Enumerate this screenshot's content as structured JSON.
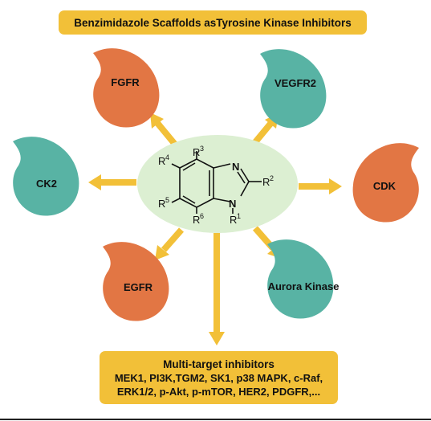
{
  "title": "Benzimidazole Scaffolds asTyrosine Kinase Inhibitors",
  "colors": {
    "yellow": "#f2c038",
    "orange": "#e27644",
    "teal": "#58b3a4",
    "center": "#dcefd2"
  },
  "targets": {
    "fgfr": "FGFR",
    "vegfr2": "VEGFR2",
    "ck2": "CK2",
    "cdk": "CDK",
    "egfr": "EGFR",
    "aurora": "Aurora Kinase"
  },
  "molecule": {
    "r1": "R",
    "r1_sup": "1",
    "r2": "R",
    "r2_sup": "2",
    "r3": "R",
    "r3_sup": "3",
    "r4": "R",
    "r4_sup": "4",
    "r5": "R",
    "r5_sup": "5",
    "r6": "R",
    "r6_sup": "6",
    "n_top": "N",
    "n_bottom": "N"
  },
  "multi": {
    "heading": "Multi-target inhibitors",
    "line1": "MEK1, PI3K,TGM2, SK1, p38 MAPK, c-Raf,",
    "line2": "ERK1/2, p-Akt, p-mTOR, HER2, PDGFR,..."
  }
}
